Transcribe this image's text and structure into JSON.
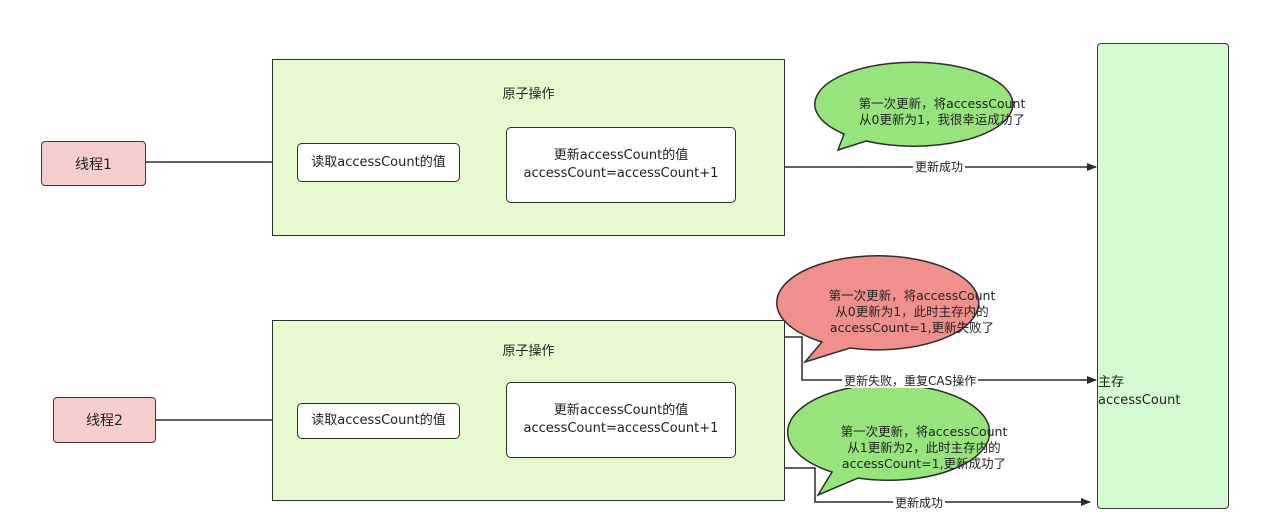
{
  "threads": {
    "t1": "线程1",
    "t2": "线程2"
  },
  "groups": {
    "g1_title": "原子操作",
    "g2_title": "原子操作"
  },
  "nodes": {
    "read1": "读取accessCount的值",
    "update1_line1": "更新accessCount的值",
    "update1_line2": "accessCount=accessCount+1",
    "read2": "读取accessCount的值",
    "update2_line1": "更新accessCount的值",
    "update2_line2": "accessCount=accessCount+1"
  },
  "memory": {
    "line1": "主存",
    "line2": "accessCount"
  },
  "edges": {
    "success1": "更新成功",
    "fail2": "更新失败，重复CAS操作",
    "success2": "更新成功"
  },
  "bubbles": {
    "b1_line1": "第一次更新，将accessCount",
    "b1_line2": "从0更新为1，我很幸运成功了",
    "b2_line1": "第一次更新，将accessCount",
    "b2_line2": "从0更新为1，此时主存内的",
    "b2_line3": "accessCount=1,更新失败了",
    "b3_line1": "第一次更新，将accessCount",
    "b3_line2": "从1更新为2，此时主存内的",
    "b3_line3": "accessCount=1,更新成功了"
  },
  "colors": {
    "thread_fill": "#f8cecc",
    "group_fill": "#e6f9cf",
    "memory_fill": "#d5fad1",
    "bubble_green": "#97e47d",
    "bubble_red": "#f0908c"
  }
}
